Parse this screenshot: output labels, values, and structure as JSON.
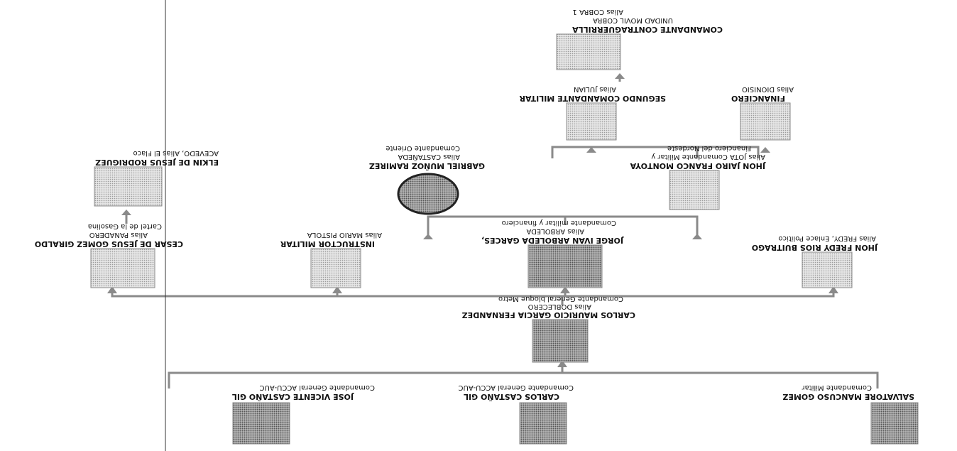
{
  "nodes": [
    {
      "key": "cobra",
      "photo": "placeholder",
      "lines": [
        "COMANDANTE CONTRAGUERRILLA",
        "UNIDAD MOVIL COBRA",
        "Alias COBRA 1"
      ]
    },
    {
      "key": "julian",
      "photo": "placeholder",
      "lines": [
        "SEGUNDO COMANDANTE MILITAR",
        "Alias JULIAN"
      ]
    },
    {
      "key": "dionisio",
      "photo": "placeholder",
      "lines": [
        "FINANCIERO",
        "Alias DIONISIO"
      ]
    },
    {
      "key": "montoya",
      "photo": "placeholder",
      "lines": [
        "JHON JAIRO FRANCO MONTOYA",
        "Alias JOTA Comandante Militar y",
        "Financiero del Nordeste"
      ]
    },
    {
      "key": "ramirez",
      "photo": "face",
      "lines": [
        "GABRIEL MUÑOZ RAMIREZ",
        "Alias CASTAÑEDA",
        "Comandante Oriente"
      ]
    },
    {
      "key": "elkin",
      "photo": "placeholder",
      "lines": [
        "ELKIN DE JESUS RODRIGUEZ",
        "ACEVEDO, Alias El Flaco"
      ]
    },
    {
      "key": "cesar",
      "photo": "placeholder",
      "lines": [
        "CESAR DE JESUS GOMEZ GIRALDO",
        "Alias PANADERO",
        "Cartel de la Gasolina"
      ]
    },
    {
      "key": "instructor",
      "photo": "placeholder",
      "lines": [
        "INSTRUCTOR MILITAR",
        "Alias MARIO PISTOLA"
      ]
    },
    {
      "key": "arboleda",
      "photo": "face",
      "lines": [
        "JORGE IVAN ARBOLEDA GARCES,",
        "Alias ARBOLEDA",
        "Comandante militar y financiero"
      ]
    },
    {
      "key": "fredy",
      "photo": "face",
      "lines": [
        "JHON FREDY RIOS BUITRAGO",
        "Alias FREDY, Enlace Político"
      ]
    },
    {
      "key": "carlosmauricio",
      "photo": "face",
      "lines": [
        "CARLOS MAURICIO GARCIA FERNANDEZ",
        "Alias DOBLECERO",
        "Comandante General bloque Metro"
      ]
    },
    {
      "key": "josevicente",
      "photo": "face",
      "lines": [
        "JOSE VICENTE CASTAÑO GIL",
        "Comandante General  ACCU-AUC"
      ]
    },
    {
      "key": "carloscastano",
      "photo": "face",
      "lines": [
        "CARLOS CASTAÑO GIL",
        "Comandante General  ACCU-AUC"
      ]
    },
    {
      "key": "mancuso",
      "photo": "face",
      "lines": [
        "SALVATORE MANCUSO GOMEZ",
        "Comandante Militar"
      ]
    }
  ]
}
